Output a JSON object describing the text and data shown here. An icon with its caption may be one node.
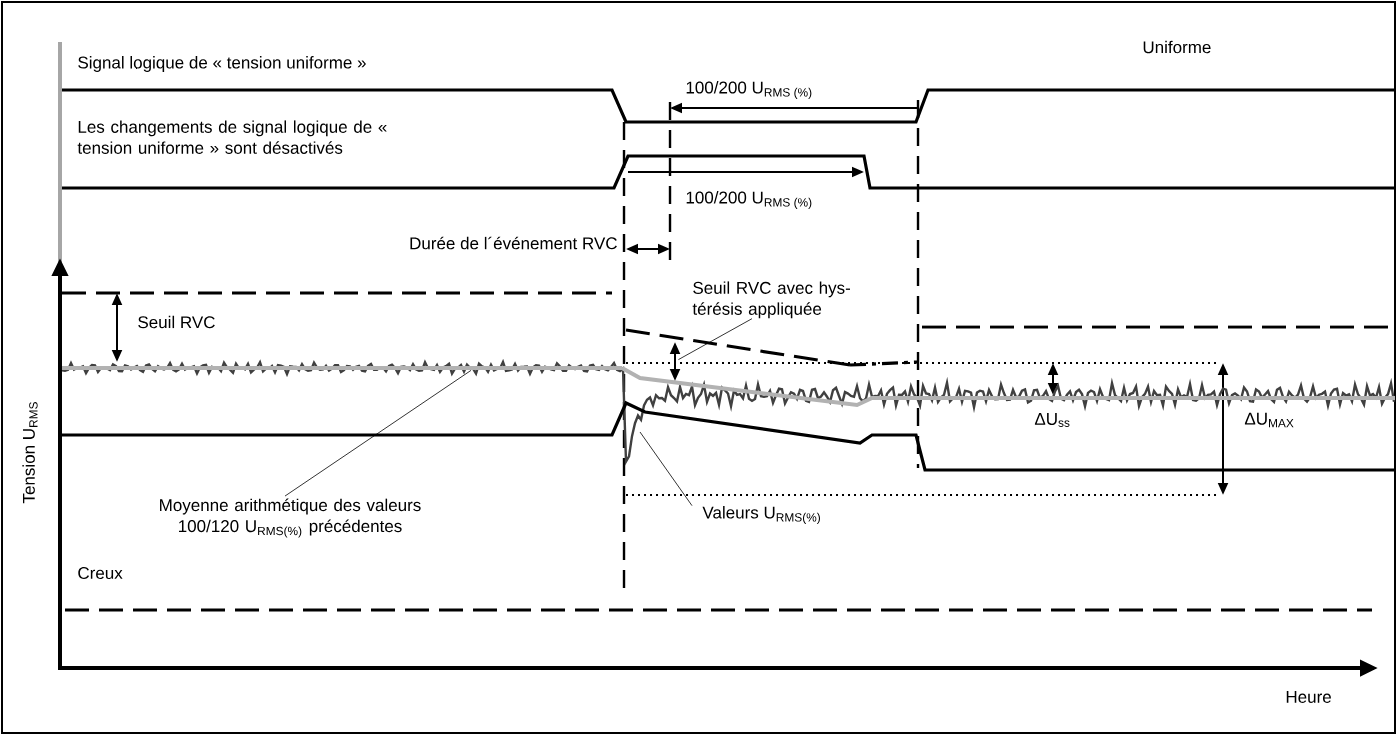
{
  "diagram": {
    "nodes": [
      {
        "text": [
          "Seuil RVC avec hys-térésis appliquée"
        ]
      },
      {
        "text": [
          "Moyenne arithmétique des valeurs 100/120 U$_{RMS(%)}$ précédentes"
        ]
      },
      {
        "text": [
          "Valeurs U$_{RMS(%)}$"
        ]
      },
      {
        "text": [],
        "shape": "arrow"
      },
      {
        "text": [],
        "shape": "line"
      }
    ],
    "edges": [
      {
        "from": 0,
        "to": 3,
        "arrow": "none"
      },
      {
        "from": 1,
        "to": 4,
        "arrow": "none"
      },
      {
        "from": 2,
        "to": null,
        "arrow": "none"
      }
    ],
    "labels": [
      "Uniforme",
      "Signal logique de « tension uniforme »",
      "100/200 U$_{RMS (%)}$",
      "Les changements de signal logique de « tension uniforme » sont désactivés",
      "100/200 U$_{RMS (%)}$",
      "Durée de l´événement RVC",
      "Seuil RVC",
      "Tension U$_{RMS}$",
      "ΔU$_{ss}$",
      "ΔU$_{MAX}$",
      "Creux",
      "Heure"
    ]
  }
}
